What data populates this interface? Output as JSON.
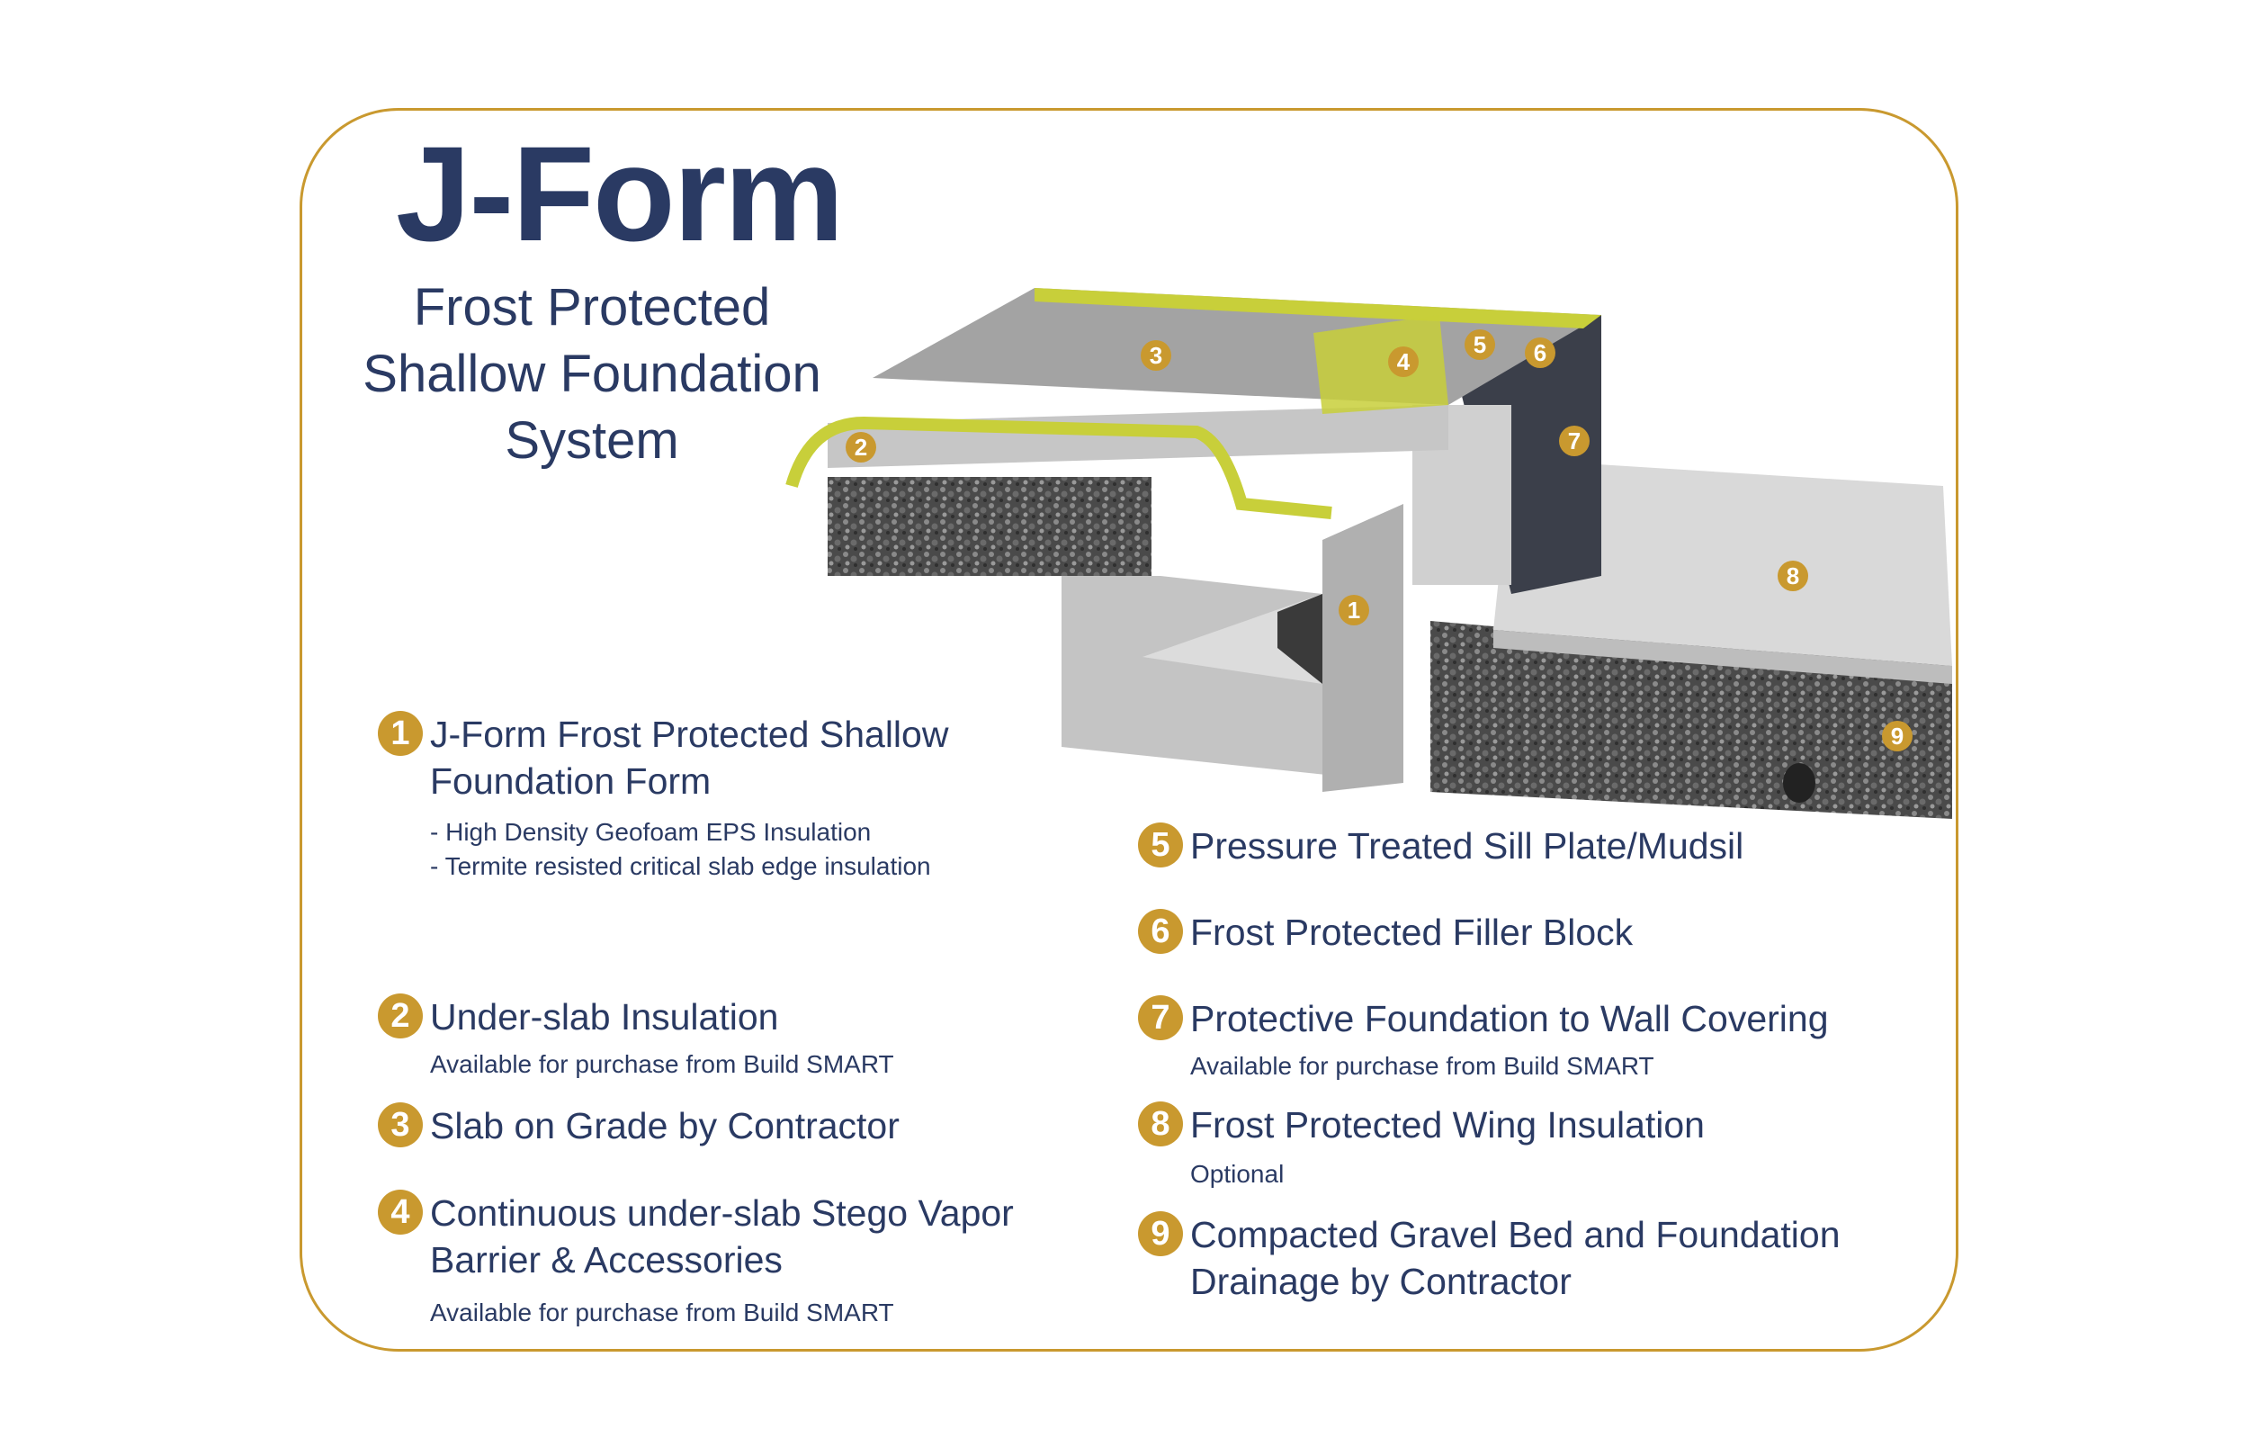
{
  "title": "J-Form",
  "subtitle": [
    "Frost Protected",
    "Shallow Foundation",
    "System"
  ],
  "colors": {
    "accent": "#c9992f",
    "text": "#2a3a63",
    "insulation": "#c8cf3a"
  },
  "diagram_markers": [
    "1",
    "2",
    "3",
    "4",
    "5",
    "6",
    "7",
    "8",
    "9"
  ],
  "legend": [
    {
      "num": "1",
      "lines": [
        "J-Form Frost Protected Shallow",
        "Foundation Form"
      ],
      "sub": [
        "- High Density Geofoam EPS Insulation",
        "- Termite resisted critical slab edge insulation"
      ]
    },
    {
      "num": "2",
      "lines": [
        "Under-slab Insulation"
      ],
      "sub": [
        "Available for purchase from Build SMART"
      ]
    },
    {
      "num": "3",
      "lines": [
        "Slab on Grade by Contractor"
      ],
      "sub": []
    },
    {
      "num": "4",
      "lines": [
        "Continuous under-slab Stego Vapor",
        "Barrier & Accessories"
      ],
      "sub": [
        "Available for purchase from Build SMART"
      ]
    },
    {
      "num": "5",
      "lines": [
        "Pressure Treated Sill Plate/Mudsil"
      ],
      "sub": []
    },
    {
      "num": "6",
      "lines": [
        "Frost Protected Filler Block"
      ],
      "sub": []
    },
    {
      "num": "7",
      "lines": [
        "Protective Foundation to Wall Covering"
      ],
      "sub": [
        "Available for purchase from Build SMART"
      ]
    },
    {
      "num": "8",
      "lines": [
        "Frost Protected Wing Insulation"
      ],
      "sub": [
        "Optional"
      ]
    },
    {
      "num": "9",
      "lines": [
        "Compacted Gravel Bed and Foundation",
        "Drainage by Contractor"
      ],
      "sub": []
    }
  ]
}
